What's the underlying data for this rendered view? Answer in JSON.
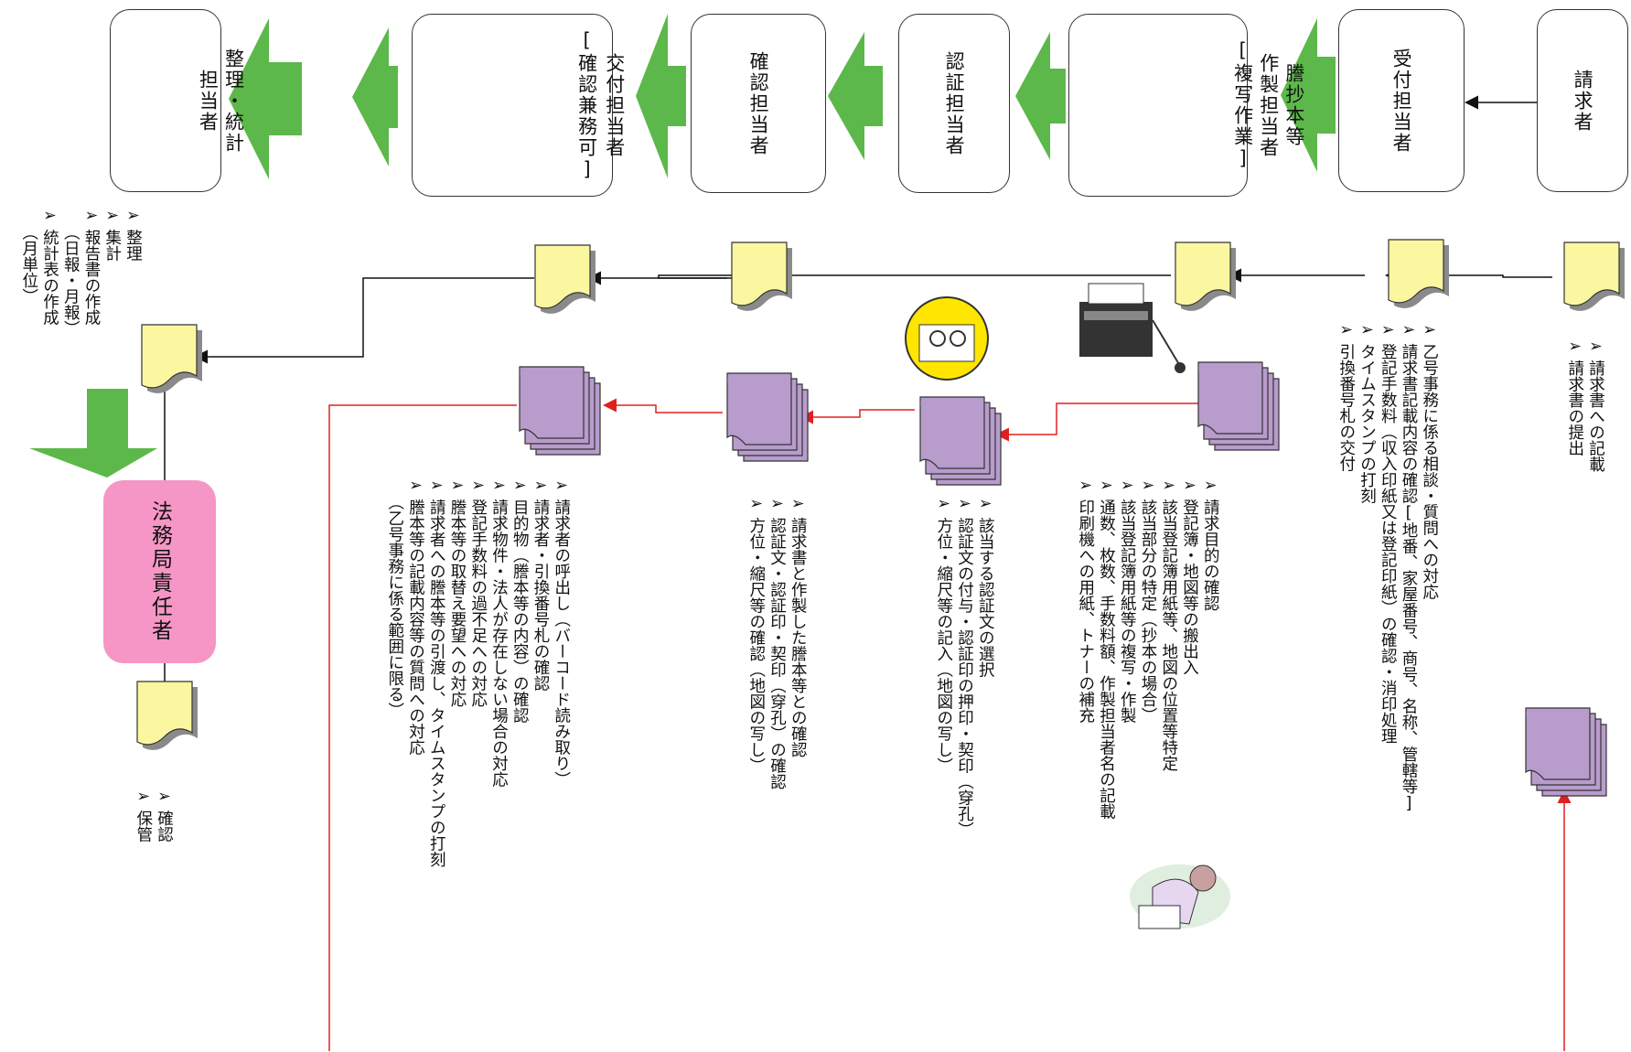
{
  "roles": [
    {
      "id": "requester",
      "lines": [
        "請求者"
      ]
    },
    {
      "id": "reception",
      "lines": [
        "受付担当者"
      ]
    },
    {
      "id": "copy",
      "lines": [
        "謄抄本等",
        "作製担当者",
        "[複写作業]"
      ]
    },
    {
      "id": "certify",
      "lines": [
        "認証担当者"
      ]
    },
    {
      "id": "confirm",
      "lines": [
        "確認担当者"
      ]
    },
    {
      "id": "delivery",
      "lines": [
        "交付担当者",
        "[確認兼務可]"
      ]
    },
    {
      "id": "stats",
      "lines": [
        "整理・統計",
        "担当者"
      ]
    }
  ],
  "responsible": "法務局責任者",
  "bullets": {
    "requester": [
      "請求書への記載",
      "請求書の提出"
    ],
    "reception": [
      "乙号事務に係る相談・質問への対応",
      "請求書記載内容の確認[地番、家屋番号、商号、名称、管轄等]",
      "登記手数料（収入印紙又は登記印紙）の確認・消印処理",
      "タイムスタンプの打刻",
      "引換番号札の交付"
    ],
    "copy": [
      "請求目的の確認",
      "登記簿・地図等の搬出入",
      "該当登記簿用紙等、地図の位置等特定",
      "該当部分の特定（抄本の場合）",
      "該当登記簿用紙等の複写・作製",
      "通数、枚数、手数料額、作製担当者名の記載",
      "印刷機への用紙、トナーの補充"
    ],
    "certify": [
      "該当する認証文の選択",
      "認証文の付与・認証印の押印・契印（穿孔）",
      "方位・縮尺等の記入（地図の写し）"
    ],
    "confirm": [
      "請求書と作製した謄本等との確認",
      "認証文・認証印・契印（穿孔）の確認",
      "方位・縮尺等の確認（地図の写し）"
    ],
    "delivery": [
      "請求者の呼出し（バーコード読み取り）",
      "請求者・引換番号札の確認",
      "目的物（謄本等の内容）の確認",
      "請求物件・法人が存在しない場合の対応",
      "登記手数料の過不足への対応",
      "謄本等の取替え要望への対応",
      "請求者への謄本等の引渡し、タイムスタンプの打刻",
      "謄本等の記載内容等の質問への対応"
    ],
    "delivery_note": "（乙号事務に係る範囲に限る）",
    "stats": [
      "整理",
      "集計",
      "報告書の作成"
    ],
    "stats_note1": "（日報・月報）",
    "stats_last": "統計表の作成",
    "stats_note2": "（月単位）",
    "storage": [
      "確認",
      "保管"
    ]
  },
  "colors": {
    "arrow_green": "#5cb84a",
    "doc_yellow": "#fbf7a0",
    "doc_purple": "#b89ccc",
    "pink": "#f596c6",
    "flow_red": "#e02020"
  },
  "icons": [
    "document-icon",
    "document-stack-icon",
    "copy-machine-icon",
    "inspector-icon",
    "clerk-icon"
  ]
}
